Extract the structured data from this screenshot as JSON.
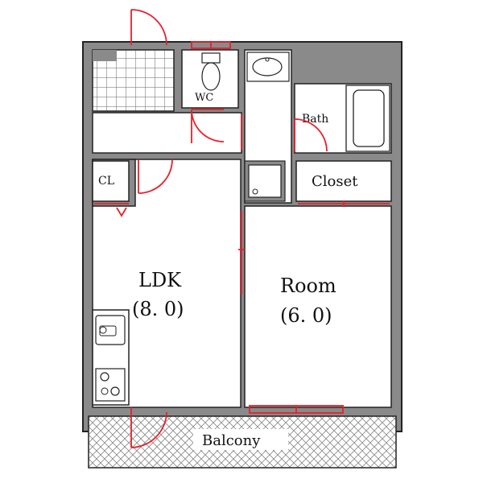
{
  "rooms": {
    "ldk": {
      "name": "LDK",
      "size": "(8. 0)"
    },
    "room": {
      "name": "Room",
      "size": "(6. 0)"
    },
    "wc": {
      "name": "WC"
    },
    "bath": {
      "name": "Bath"
    },
    "closet": {
      "name": "Closet"
    },
    "cl": {
      "name": "CL"
    },
    "balcony": {
      "name": "Balcony"
    }
  },
  "colors": {
    "wall": "#8a8a8a",
    "line": "#222222",
    "door": "#e8202a",
    "floor": "#ffffff"
  }
}
